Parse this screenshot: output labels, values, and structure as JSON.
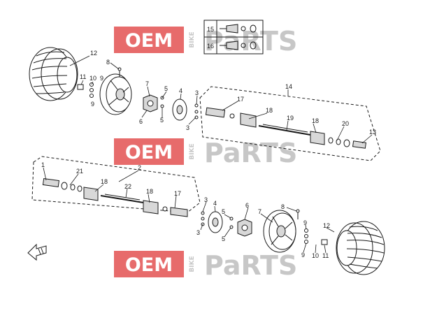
{
  "watermark": {
    "oem": "OEM",
    "bike": "BIKE",
    "parts": "PaRTS",
    "color_red": "#e03a3a",
    "color_grey": "#b5b5b5"
  },
  "legend_box": {
    "rows": [
      {
        "callout": "15"
      },
      {
        "callout": "16"
      }
    ]
  },
  "callouts": {
    "c12a": "12",
    "c8a": "8",
    "c11a": "11",
    "c10a": "10",
    "c9a": "9",
    "c9b": "9",
    "c7a": "7",
    "c5a": "5",
    "c5b": "5",
    "c6a": "6",
    "c4a": "4",
    "c3a": "3",
    "c3b": "3",
    "c14": "14",
    "c17a": "17",
    "c18a": "18",
    "c19": "19",
    "c18b": "18",
    "c20": "20",
    "c13": "13",
    "c1": "1",
    "c21": "21",
    "c2": "2",
    "c18c": "18",
    "c22": "22",
    "c18d": "18",
    "c17b": "17",
    "c3c": "3",
    "c3d": "3",
    "c4b": "4",
    "c6b": "6",
    "c5c": "5",
    "c5d": "5",
    "c7b": "7",
    "c8b": "8",
    "c9c": "9",
    "c9d": "9",
    "c10b": "10",
    "c11b": "11",
    "c12b": "12"
  },
  "colors": {
    "line": "#1a1a1a",
    "fill": "#ffffff",
    "shade": "#d8d8d8"
  }
}
